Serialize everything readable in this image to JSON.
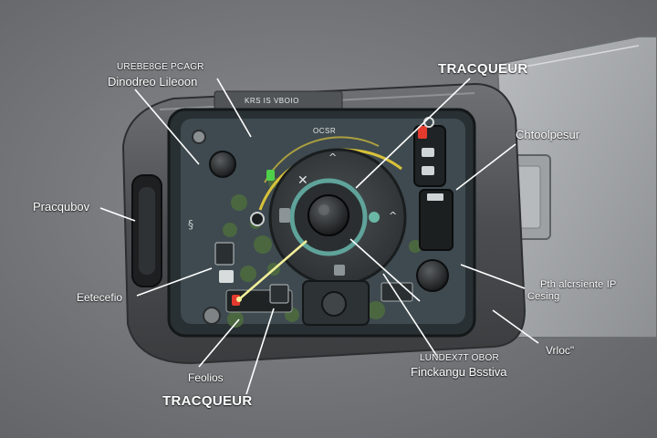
{
  "labels": {
    "top_left_small": "UREBE8GE PCAGR",
    "top_left_main": "Dinodreo Lileoon",
    "top_right": "TRACQUEUR",
    "right_upper": "Chtoolpesur",
    "left_mid": "Pracqubov",
    "left_lower": "Eetecefio",
    "right_mid_line1": "Pth alcrsiente IP",
    "right_mid_line2": "Cesing",
    "right_lower": "Vrloc\"",
    "bottom_left_small": "Feolios",
    "bottom_left_main": "TRACQUEUR",
    "bottom_right_small": "LUNDEX7T OBOR",
    "bottom_right_main": "Finckangu Bsstiva"
  },
  "device": {
    "top_strip_text": "KRS IS VBOIO",
    "screen_small_text": "OCSR"
  },
  "colors": {
    "arc": "#d8c23a",
    "dial_ring": "#5fa39a",
    "led_red": "#e43a2e",
    "led_green": "#4fd04a",
    "pointer_line": "#f2ef9a"
  }
}
